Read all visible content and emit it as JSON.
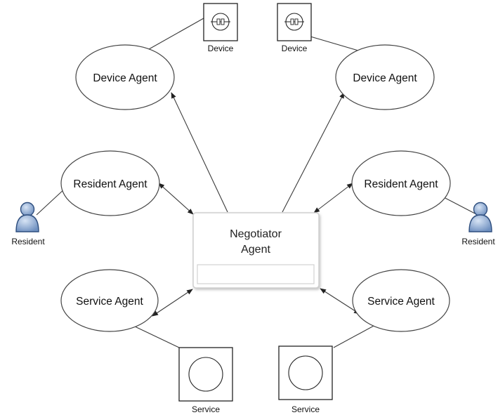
{
  "agents": {
    "device_left": "Device Agent",
    "device_right": "Device Agent",
    "resident_left": "Resident Agent",
    "resident_right": "Resident Agent",
    "service_left": "Service Agent",
    "service_right": "Service Agent"
  },
  "negotiator": {
    "line1": "Negotiator",
    "line2": "Agent"
  },
  "devices": {
    "left": "Device",
    "right": "Device"
  },
  "residents": {
    "left": "Resident",
    "right": "Resident"
  },
  "services": {
    "left": "Service",
    "right": "Service"
  },
  "colors": {
    "person_fill": "#9ab4d6",
    "person_stroke": "#2f4f7f",
    "box_stroke": "#222222",
    "negotiator_border": "#cfcfcf"
  }
}
